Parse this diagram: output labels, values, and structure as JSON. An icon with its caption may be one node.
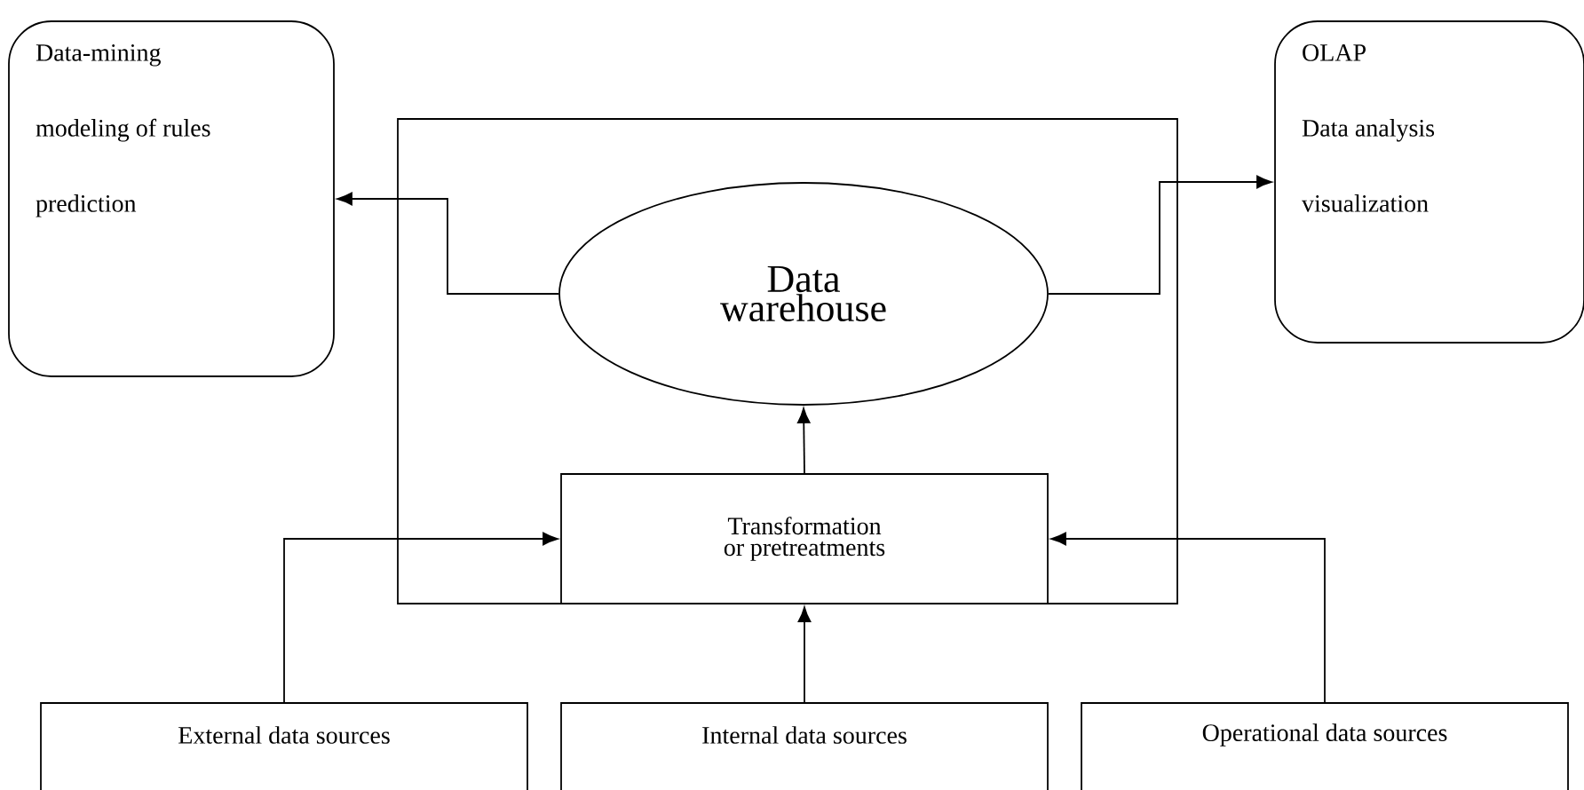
{
  "diagram": {
    "nodes": [
      {
        "text": [
          "Data-mining",
          "modeling of rules",
          "prediction"
        ]
      },
      {
        "text": [],
        "shape": "box"
      },
      {
        "text": [
          "Data warehouse"
        ],
        "in": 1
      },
      {
        "text": [
          "OLAP",
          "Data analysis",
          "visualization"
        ]
      },
      {
        "text": [
          "Transformation or pretreatments"
        ],
        "in": 1
      },
      {
        "text": [
          "External data sources"
        ]
      },
      {
        "text": [
          "Internal data sources"
        ]
      },
      {
        "text": [
          "Operational data sources"
        ]
      }
    ],
    "edges": [
      {
        "from": 2,
        "to": 0,
        "arrow": "to"
      },
      {
        "from": 2,
        "to": 3,
        "arrow": "to"
      },
      {
        "from": 4,
        "to": 2,
        "arrow": "to"
      },
      {
        "from": 5,
        "to": 4,
        "arrow": "to"
      },
      {
        "from": 6,
        "to": 4,
        "arrow": "to"
      },
      {
        "from": 7,
        "to": 4,
        "arrow": "to"
      }
    ]
  }
}
